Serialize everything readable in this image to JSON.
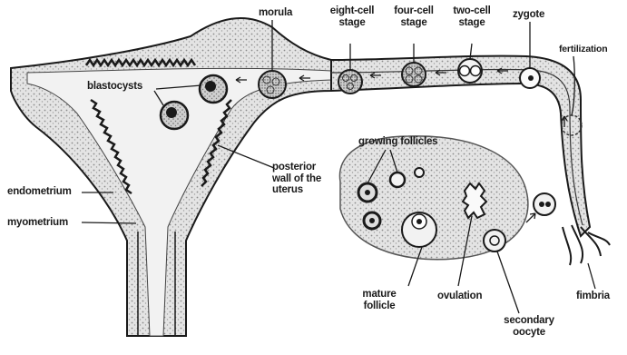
{
  "labels": {
    "morula": "morula",
    "eight_cell_stage": [
      "eight-cell",
      "stage"
    ],
    "four_cell_stage": [
      "four-cell",
      "stage"
    ],
    "two_cell_stage": [
      "two-cell",
      "stage"
    ],
    "zygote": "zygote",
    "fertilization": "fertilization",
    "blastocysts": "blastocysts",
    "growing_follicles": "growing follicles",
    "posterior_wall": [
      "posterior",
      "wall of the",
      "uterus"
    ],
    "endometrium": "endometrium",
    "myometrium": "myometrium",
    "mature_follicle": [
      "mature",
      "follicle"
    ],
    "ovulation": "ovulation",
    "secondary_oocyte": [
      "secondary",
      "oocyte"
    ],
    "fimbria": "fimbria"
  },
  "colors": {
    "ink": "#1a1a1a",
    "stipple": "#9a9a9a",
    "tissue": "#d6d6d6",
    "background": "#ffffff"
  }
}
